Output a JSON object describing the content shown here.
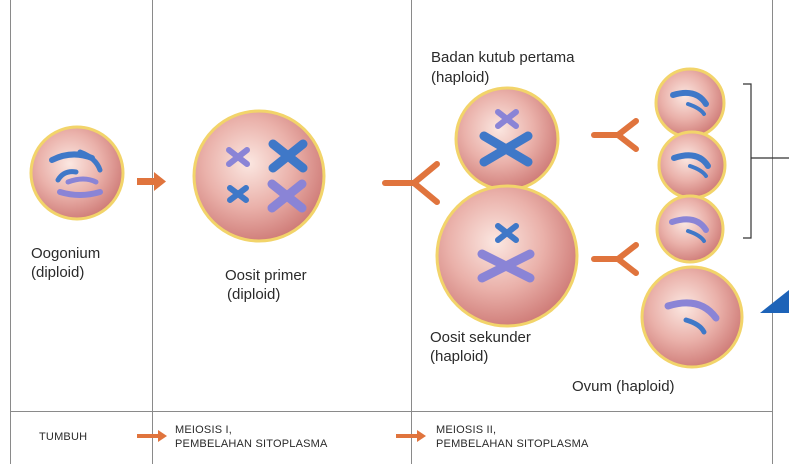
{
  "labels": {
    "oogonium": "Oogonium",
    "oogonium_ploidy": "(diploid)",
    "primary_oocyte": "Oosit primer",
    "primary_oocyte_ploidy": "(diploid)",
    "first_polar_body": "Badan kutub pertama",
    "first_polar_body_ploidy": "(haploid)",
    "secondary_oocyte": "Oosit sekunder",
    "secondary_oocyte_ploidy": "(haploid)",
    "ovum": "Ovum (haploid)"
  },
  "stages": {
    "growth": "TUMBUH",
    "meiosis1_line1": "MEIOSIS I,",
    "meiosis1_line2": "PEMBELAHAN SITOPLASMA",
    "meiosis2_line1": "MEIOSIS II,",
    "meiosis2_line2": "PEMBELAHAN SITOPLASMA"
  },
  "colors": {
    "cell_fill": "#e6a9a3",
    "cell_border": "#f2d46a",
    "chromosome_blue": "#3f78c8",
    "chromosome_purple": "#8a84d6",
    "arrow": "#e0743d",
    "divider": "#8a8a8a"
  }
}
